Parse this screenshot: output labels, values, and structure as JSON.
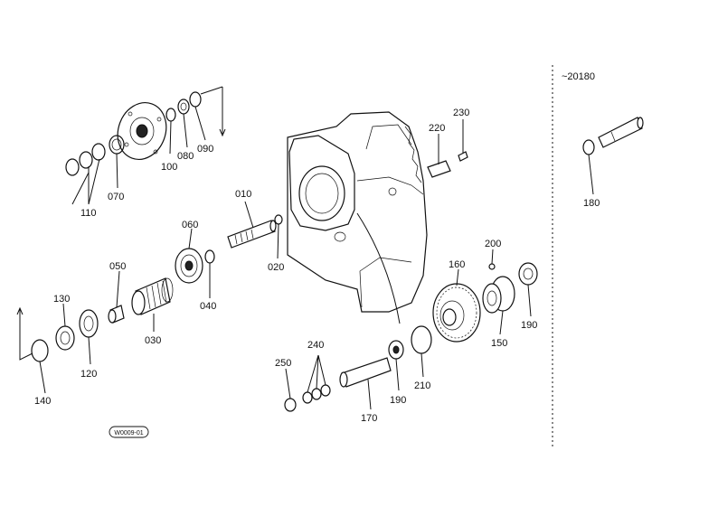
{
  "note": "~20180",
  "stamp": "W0009-01",
  "callouts": {
    "c010": "010",
    "c020": "020",
    "c030": "030",
    "c040": "040",
    "c050": "050",
    "c060": "060",
    "c070": "070",
    "c080": "080",
    "c090": "090",
    "c100": "100",
    "c110": "110",
    "c120": "120",
    "c130": "130",
    "c140": "140",
    "c150": "150",
    "c160": "160",
    "c170": "170",
    "c180": "180",
    "c190a": "190",
    "c190b": "190",
    "c200": "200",
    "c210": "210",
    "c220": "220",
    "c230": "230",
    "c240": "240",
    "c250": "250"
  }
}
